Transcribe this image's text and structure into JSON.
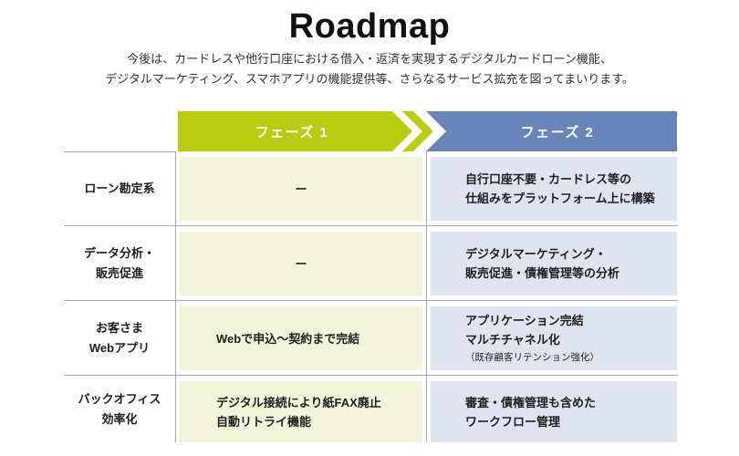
{
  "title": "Roadmap",
  "subtitle": {
    "line1": "今後は、カードレスや他行口座における借入・返済を実現するデジタルカードローン機能、",
    "line2": "デジタルマーケティング、スマホアプリの機能提供等、さらなるサービス拡充を図ってまいります。"
  },
  "phases": {
    "phase1": {
      "label": "フェーズ 1"
    },
    "phase2": {
      "label": "フェーズ 2"
    }
  },
  "rows": [
    {
      "label": {
        "lines": [
          "ローン勘定系"
        ]
      },
      "phase1": {
        "lines": [
          "ー"
        ]
      },
      "phase2": {
        "lines": [
          "自行口座不要・カードレス等の",
          "仕組みをプラットフォーム上に構築"
        ]
      }
    },
    {
      "label": {
        "lines": [
          "データ分析・",
          "販売促進"
        ]
      },
      "phase1": {
        "lines": [
          "ー"
        ]
      },
      "phase2": {
        "lines": [
          "デジタルマーケティング・",
          "販売促進・債権管理等の分析"
        ]
      }
    },
    {
      "label": {
        "lines": [
          "お客さま",
          "Webアプリ"
        ]
      },
      "phase1": {
        "lines": [
          "Webで申込～契約まで完結"
        ]
      },
      "phase2": {
        "lines": [
          "アプリケーション完結",
          "マルチチャネル化"
        ],
        "note": "（既存顧客リテンション強化）"
      }
    },
    {
      "label": {
        "lines": [
          "バックオフィス",
          "効率化"
        ]
      },
      "phase1": {
        "lines": [
          "デジタル接続により紙FAX廃止",
          "自動リトライ機能"
        ]
      },
      "phase2": {
        "lines": [
          "審査・債権管理も含めた",
          "ワークフロー管理"
        ]
      }
    }
  ],
  "colors": {
    "phase1-bar": "#b9cc11",
    "phase2-bar": "#6785b9",
    "phase1-cell": "#f3f5da",
    "phase2-cell": "#e0e3f0",
    "grid-line": "#a9a9a9",
    "text": "#1f1f1f"
  }
}
